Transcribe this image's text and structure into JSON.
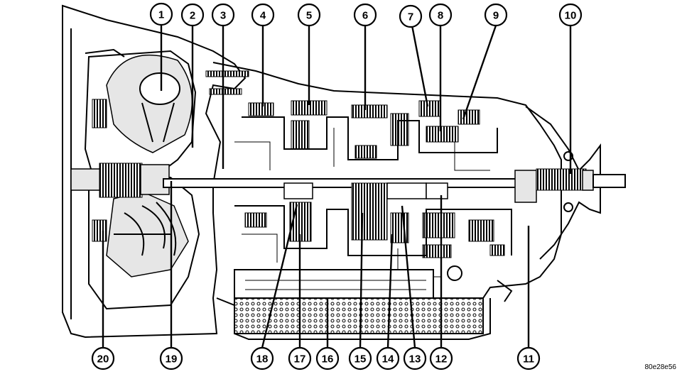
{
  "figure_id": "80e28e56",
  "callouts": [
    {
      "label": "1"
    },
    {
      "label": "2"
    },
    {
      "label": "3"
    },
    {
      "label": "4"
    },
    {
      "label": "5"
    },
    {
      "label": "6"
    },
    {
      "label": "7"
    },
    {
      "label": "8"
    },
    {
      "label": "9"
    },
    {
      "label": "10"
    },
    {
      "label": "11"
    },
    {
      "label": "12"
    },
    {
      "label": "13"
    },
    {
      "label": "14"
    },
    {
      "label": "15"
    },
    {
      "label": "16"
    },
    {
      "label": "17"
    },
    {
      "label": "18"
    },
    {
      "label": "19"
    },
    {
      "label": "20"
    }
  ]
}
